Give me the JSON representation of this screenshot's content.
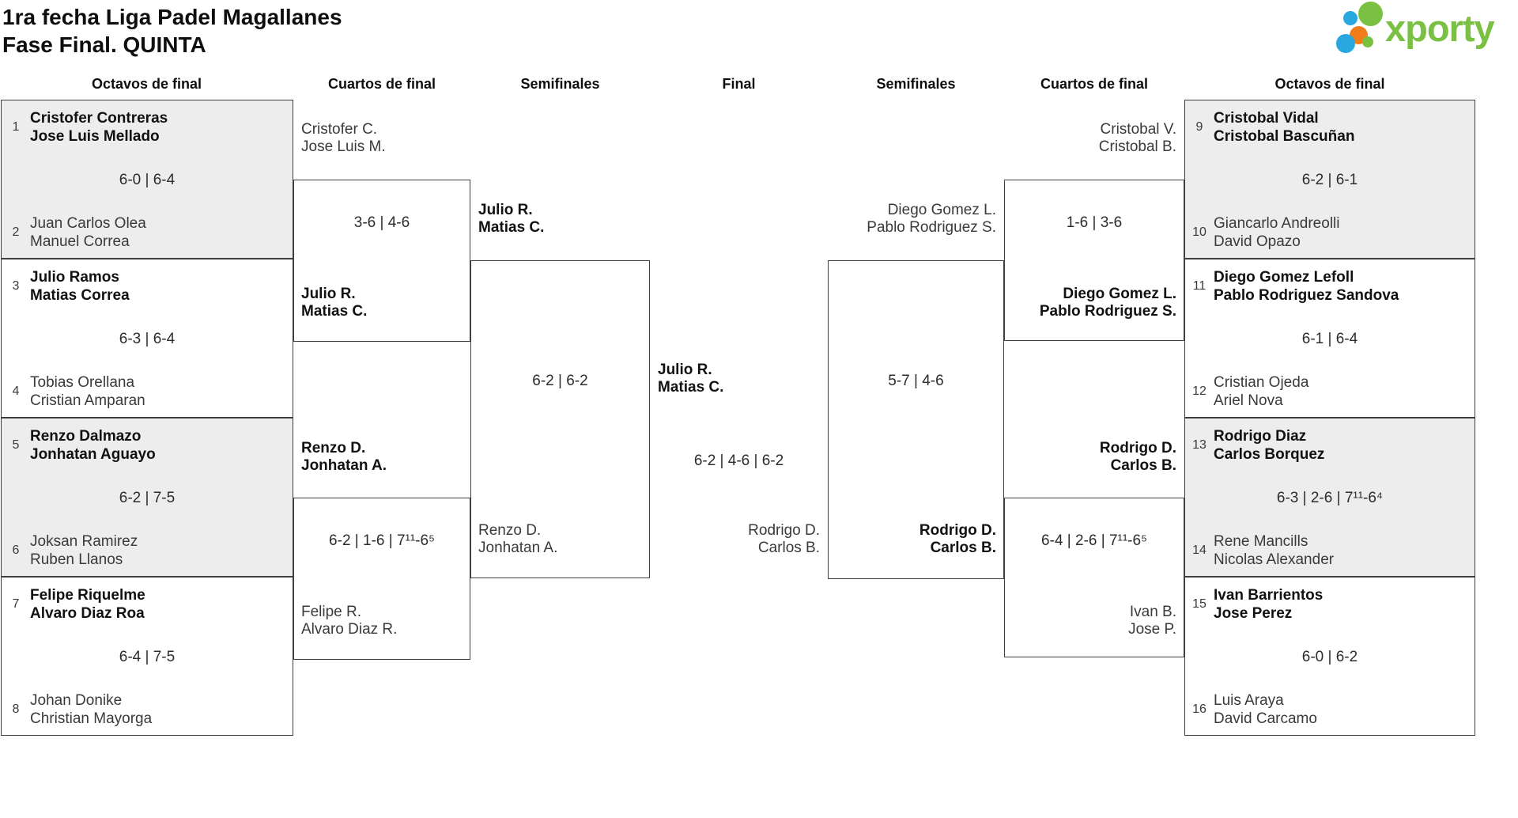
{
  "title": {
    "line1": "1ra fecha Liga Padel Magallanes",
    "line2": "Fase Final. QUINTA"
  },
  "logo": {
    "text": "xporty",
    "green": "#7ac143",
    "blue": "#29a8e0",
    "orange": "#f07d1a"
  },
  "rounds": {
    "octavos_left": "Octavos de final",
    "cuartos_left": "Cuartos de final",
    "semis_left": "Semifinales",
    "final": "Final",
    "semis_right": "Semifinales",
    "cuartos_right": "Cuartos de final",
    "octavos_right": "Octavos de final"
  },
  "octavosLeft": [
    {
      "seed_top": "1",
      "top1": "Cristofer Contreras",
      "top2": "Jose Luis Mellado",
      "score": "6-0 | 6-4",
      "seed_bot": "2",
      "bot1": "Juan Carlos Olea",
      "bot2": "Manuel Correa",
      "winner": "top"
    },
    {
      "seed_top": "3",
      "top1": "Julio Ramos",
      "top2": "Matias Correa",
      "score": "6-3 | 6-4",
      "seed_bot": "4",
      "bot1": "Tobias Orellana",
      "bot2": "Cristian Amparan",
      "winner": "top"
    },
    {
      "seed_top": "5",
      "top1": "Renzo Dalmazo",
      "top2": "Jonhatan Aguayo",
      "score": "6-2 | 7-5",
      "seed_bot": "6",
      "bot1": "Joksan Ramirez",
      "bot2": "Ruben Llanos",
      "winner": "top"
    },
    {
      "seed_top": "7",
      "top1": "Felipe Riquelme",
      "top2": "Alvaro Diaz Roa",
      "score": "6-4 | 7-5",
      "seed_bot": "8",
      "bot1": "Johan Donike",
      "bot2": "Christian Mayorga",
      "winner": "top"
    }
  ],
  "cuartosLeft": [
    {
      "top1": "Cristofer C.",
      "top2": "Jose Luis M.",
      "score": "3-6 | 4-6",
      "bot1": "Julio R.",
      "bot2": "Matias C.",
      "winner": "bot"
    },
    {
      "top1": "Renzo D.",
      "top2": "Jonhatan A.",
      "score": "6-2 | 1-6 | 7¹¹-6⁵",
      "bot1": "Felipe R.",
      "bot2": "Alvaro Diaz R.",
      "winner": "top"
    }
  ],
  "semifinalLeft": {
    "top1": "Julio R.",
    "top2": "Matias C.",
    "score": "6-2 | 6-2",
    "bot1": "Renzo D.",
    "bot2": "Jonhatan A.",
    "winner": "top"
  },
  "final": {
    "top1": "Julio R.",
    "top2": "Matias C.",
    "score": "6-2 | 4-6 | 6-2",
    "bot1": "Rodrigo D.",
    "bot2": "Carlos B.",
    "winner": "top"
  },
  "semifinalRight": {
    "top1": "Diego Gomez L.",
    "top2": "Pablo Rodriguez S.",
    "score": "5-7 | 4-6",
    "bot1": "Rodrigo D.",
    "bot2": "Carlos B.",
    "winner": "bot"
  },
  "cuartosRight": [
    {
      "top1": "Cristobal V.",
      "top2": "Cristobal B.",
      "score": "1-6 | 3-6",
      "bot1": "Diego Gomez L.",
      "bot2": "Pablo Rodriguez S.",
      "winner": "bot"
    },
    {
      "top1": "Rodrigo D.",
      "top2": "Carlos B.",
      "score": "6-4 | 2-6 | 7¹¹-6⁵",
      "bot1": "Ivan B.",
      "bot2": "Jose P.",
      "winner": "top"
    }
  ],
  "octavosRight": [
    {
      "seed_top": "9",
      "top1": "Cristobal Vidal",
      "top2": "Cristobal Bascuñan",
      "score": "6-2 | 6-1",
      "seed_bot": "10",
      "bot1": "Giancarlo Andreolli",
      "bot2": "David Opazo",
      "winner": "top"
    },
    {
      "seed_top": "11",
      "top1": "Diego Gomez Lefoll",
      "top2": "Pablo Rodriguez Sandova",
      "score": "6-1 | 6-4",
      "seed_bot": "12",
      "bot1": "Cristian Ojeda",
      "bot2": "Ariel Nova",
      "winner": "top"
    },
    {
      "seed_top": "13",
      "top1": "Rodrigo Diaz",
      "top2": "Carlos Borquez",
      "score": "6-3 | 2-6 | 7¹¹-6⁴",
      "seed_bot": "14",
      "bot1": "Rene Mancills",
      "bot2": "Nicolas Alexander",
      "winner": "top"
    },
    {
      "seed_top": "15",
      "top1": "Ivan Barrientos",
      "top2": "Jose Perez",
      "score": "6-0 | 6-2",
      "seed_bot": "16",
      "bot1": "Luis Araya",
      "bot2": "David Carcamo",
      "winner": "top"
    }
  ]
}
